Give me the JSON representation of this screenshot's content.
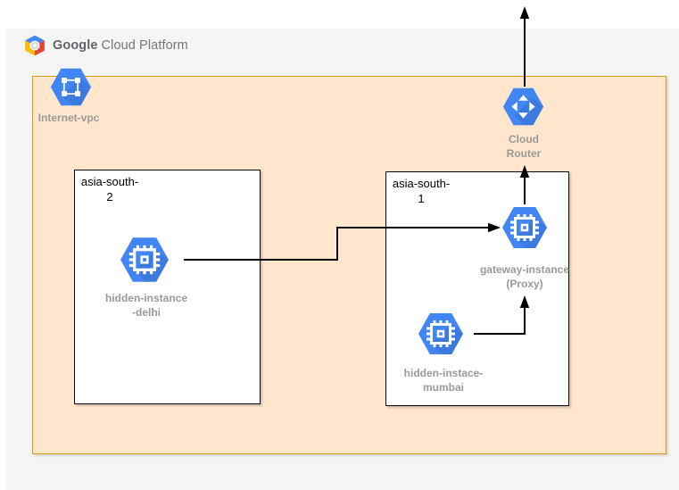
{
  "header": {
    "brand_primary": "Google",
    "brand_secondary": "Cloud Platform"
  },
  "regions": {
    "asia_south_2": {
      "label": "asia-south-\n2"
    },
    "asia_south_1": {
      "label": "asia-south-\n1"
    }
  },
  "nodes": {
    "internet_vpc": {
      "label": "Internet-vpc",
      "icon": "vpc-network-icon"
    },
    "cloud_router": {
      "label": "Cloud\nRouter",
      "icon": "cloud-router-icon"
    },
    "hidden_instance_delhi": {
      "label": "hidden-instance\n-delhi",
      "icon": "compute-engine-icon"
    },
    "gateway_instance": {
      "label": "gateway-instance\n(Proxy)",
      "icon": "compute-engine-icon"
    },
    "hidden_instace_mumbai": {
      "label": "hidden-instace-\nmumbai",
      "icon": "compute-engine-icon"
    }
  },
  "connectors": [
    {
      "from": "hidden-instance-delhi",
      "to": "gateway-instance",
      "arrow": "right"
    },
    {
      "from": "hidden-instace-mumbai",
      "to": "gateway-instance",
      "arrow": "up"
    },
    {
      "from": "gateway-instance",
      "to": "cloud-router",
      "arrow": "up"
    },
    {
      "from": "cloud-router",
      "to": "internet-outside",
      "arrow": "up"
    }
  ],
  "colors": {
    "page_background": "#ffffff",
    "panel_background": "#f5f5f5",
    "vpc_fill": "#ffe6cc",
    "vpc_border": "#d79b00",
    "region_fill": "#ffffff",
    "region_border": "#000000",
    "icon_blue": "#4285f4",
    "node_label_gray": "#999999",
    "logo_blue": "#4285f4",
    "logo_red": "#ea4335",
    "logo_yellow": "#fbbc05"
  }
}
